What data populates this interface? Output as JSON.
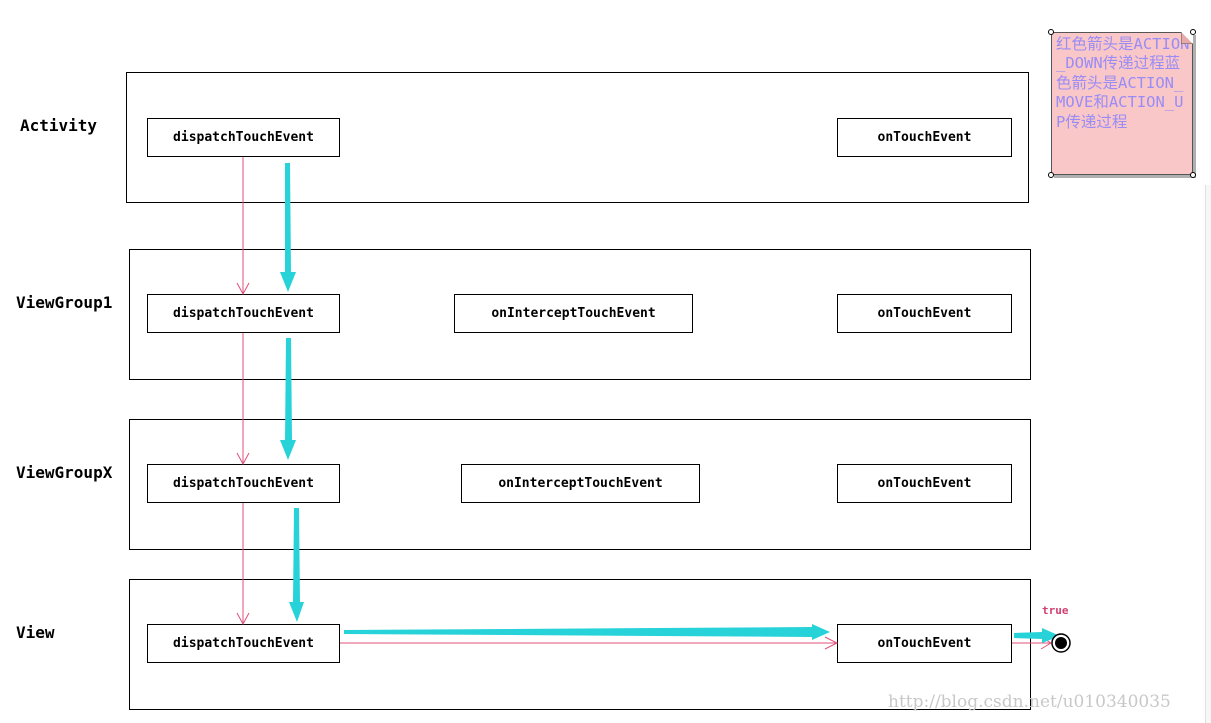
{
  "layers": [
    {
      "id": "activity",
      "label": "Activity",
      "methods": [
        "dispatchTouchEvent",
        "onTouchEvent"
      ]
    },
    {
      "id": "viewgroup1",
      "label": "ViewGroup1",
      "methods": [
        "dispatchTouchEvent",
        "onInterceptTouchEvent",
        "onTouchEvent"
      ]
    },
    {
      "id": "viewgroupx",
      "label": "ViewGroupX",
      "methods": [
        "dispatchTouchEvent",
        "onInterceptTouchEvent",
        "onTouchEvent"
      ]
    },
    {
      "id": "view",
      "label": "View",
      "methods": [
        "dispatchTouchEvent",
        "onTouchEvent"
      ]
    }
  ],
  "note": {
    "text": "红色箭头是ACTION_DOWN传递过程蓝色箭头是ACTION_MOVE和ACTION_UP传递过程"
  },
  "result_label": "true",
  "watermark": "http://blog.csdn.net/u010340035",
  "colors": {
    "action_down_arrow": "#e0507a",
    "action_move_up_arrow": "#27d3d9",
    "note_background": "#f9c7c7",
    "note_text": "#9a8cf6"
  }
}
